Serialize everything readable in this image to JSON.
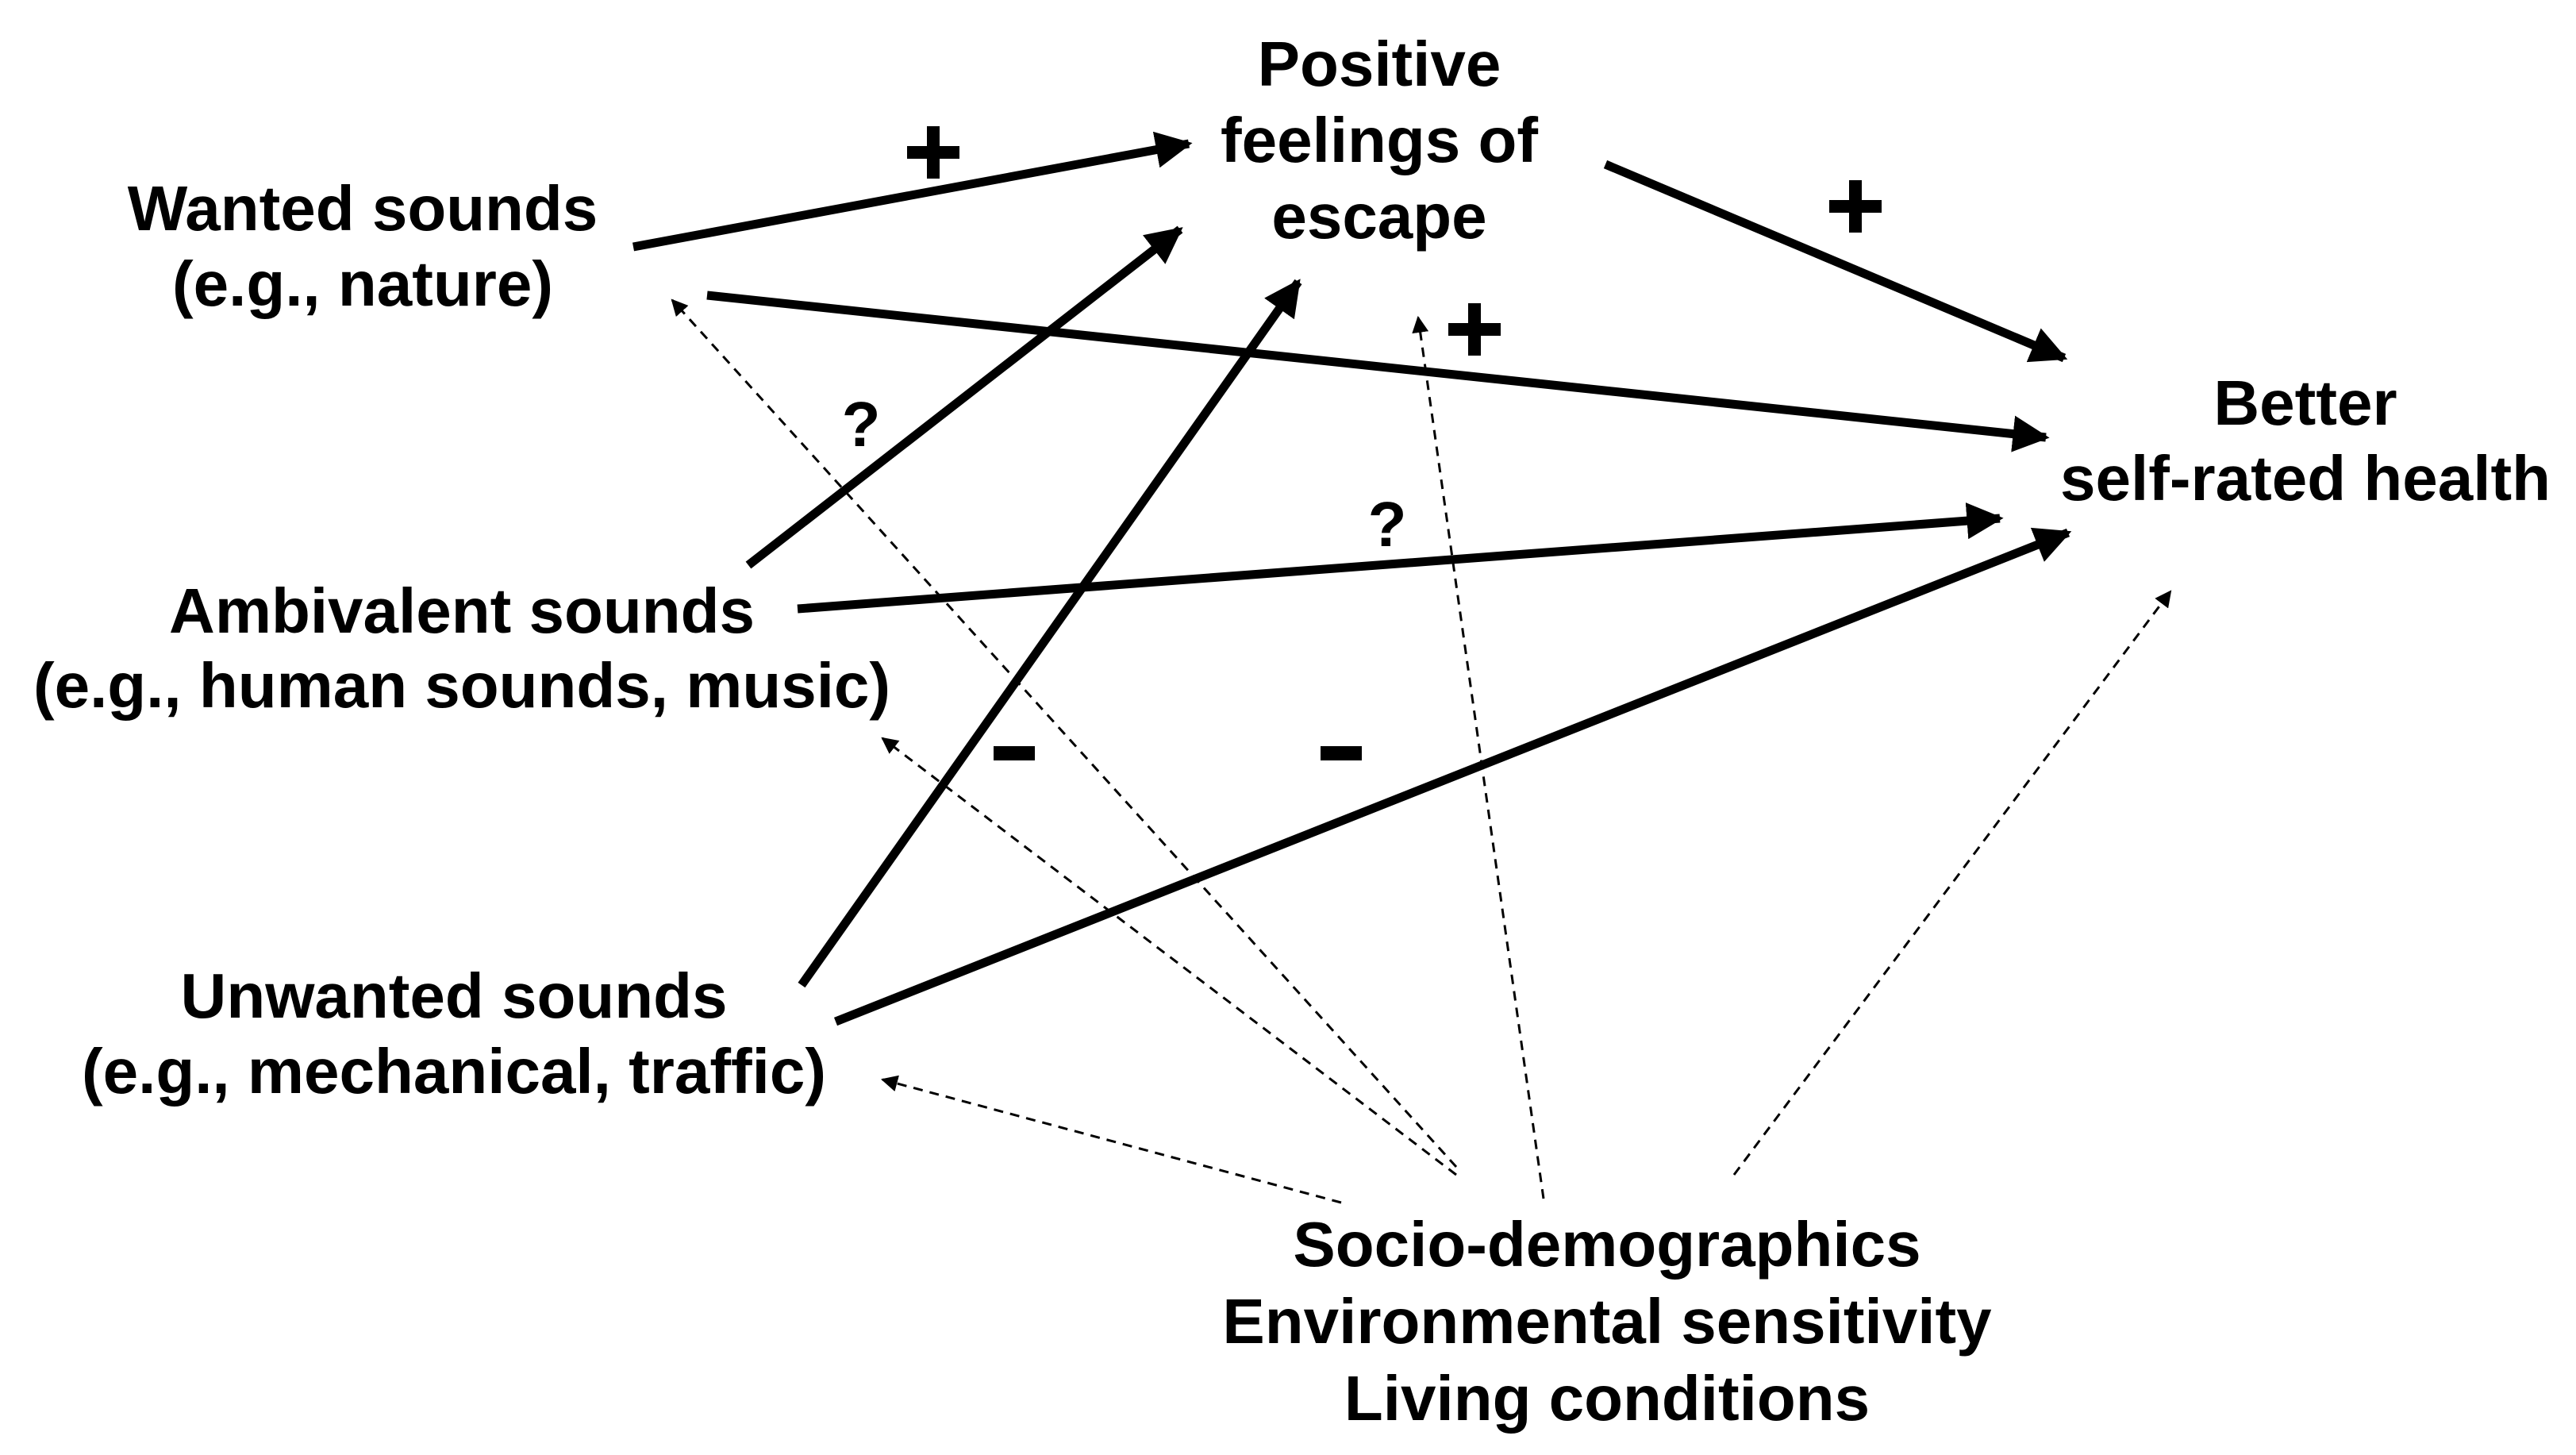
{
  "nodes": {
    "wanted": {
      "line1": "Wanted sounds",
      "line2": "(e.g., nature)"
    },
    "ambivalent": {
      "line1": "Ambivalent sounds",
      "line2": "(e.g., human sounds, music)"
    },
    "unwanted": {
      "line1": "Unwanted sounds",
      "line2": "(e.g., mechanical, traffic)"
    },
    "escape": {
      "line1": "Positive",
      "line2": "feelings of",
      "line3": "escape"
    },
    "health": {
      "line1": "Better",
      "line2": "self-rated health"
    },
    "covariates": {
      "line1": "Socio-demographics",
      "line2": "Environmental sensitivity",
      "line3": "Living conditions"
    }
  },
  "edges": [
    {
      "from": "wanted",
      "to": "escape",
      "sign": "+"
    },
    {
      "from": "escape",
      "to": "health",
      "sign": "+"
    },
    {
      "from": "wanted",
      "to": "health",
      "sign": "+"
    },
    {
      "from": "ambivalent",
      "to": "escape",
      "sign": "?"
    },
    {
      "from": "ambivalent",
      "to": "health",
      "sign": "?"
    },
    {
      "from": "unwanted",
      "to": "escape",
      "sign": "−"
    },
    {
      "from": "unwanted",
      "to": "health",
      "sign": "−"
    }
  ],
  "signs": {
    "question_ambivalent_escape": "?",
    "question_ambivalent_health": "?"
  },
  "colors": {
    "stroke": "#000000",
    "background": "#ffffff"
  }
}
